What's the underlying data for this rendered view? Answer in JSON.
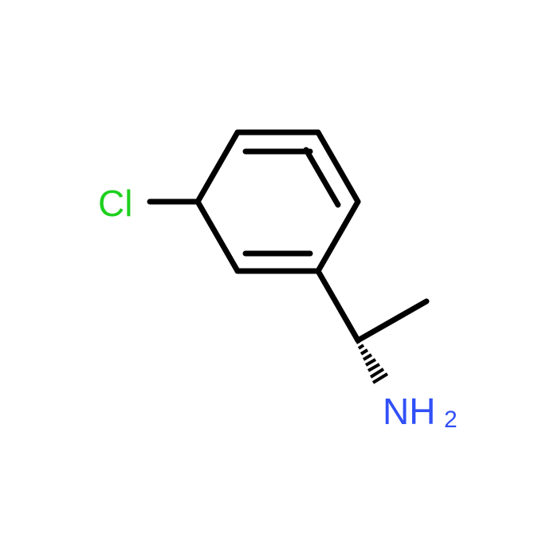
{
  "molecule": {
    "chlorine_label": "Cl",
    "amine_label": "NH",
    "amine_subscript": "2",
    "colors": {
      "bond": "#000000",
      "chlorine": "#1fd01f",
      "nitrogen": "#3050f8",
      "background": "#ffffff"
    }
  }
}
